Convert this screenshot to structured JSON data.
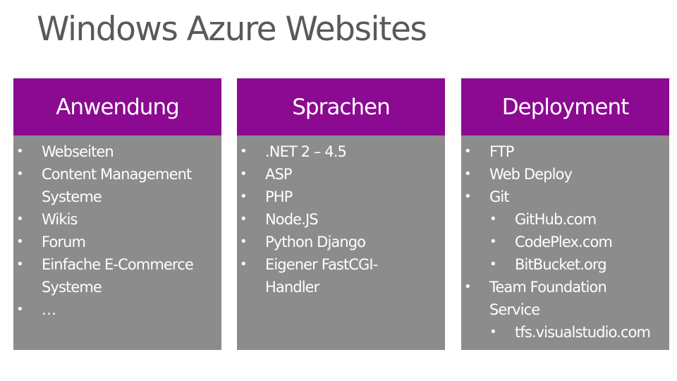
{
  "slide": {
    "title": "Windows Azure Websites",
    "header_color": "#8b0a91",
    "body_color": "#8c8c8c"
  },
  "columns": [
    {
      "header": "Anwendung",
      "items": [
        {
          "level": 0,
          "lines": [
            "Webseiten"
          ]
        },
        {
          "level": 0,
          "lines": [
            "Content Management",
            "Systeme"
          ]
        },
        {
          "level": 0,
          "lines": [
            "Wikis"
          ]
        },
        {
          "level": 0,
          "lines": [
            "Forum"
          ]
        },
        {
          "level": 0,
          "lines": [
            "Einfache E-Commerce",
            "Systeme"
          ]
        },
        {
          "level": 0,
          "lines": [
            "…"
          ]
        }
      ]
    },
    {
      "header": "Sprachen",
      "items": [
        {
          "level": 0,
          "lines": [
            ".NET 2 – 4.5"
          ]
        },
        {
          "level": 0,
          "lines": [
            "ASP"
          ]
        },
        {
          "level": 0,
          "lines": [
            "PHP"
          ]
        },
        {
          "level": 0,
          "lines": [
            "Node.JS"
          ]
        },
        {
          "level": 0,
          "lines": [
            "Python Django"
          ]
        },
        {
          "level": 0,
          "lines": [
            "Eigener FastCGI-",
            "Handler"
          ]
        }
      ]
    },
    {
      "header": "Deployment",
      "items": [
        {
          "level": 0,
          "lines": [
            "FTP"
          ]
        },
        {
          "level": 0,
          "lines": [
            "Web Deploy"
          ]
        },
        {
          "level": 0,
          "lines": [
            "Git"
          ]
        },
        {
          "level": 1,
          "lines": [
            "GitHub.com"
          ]
        },
        {
          "level": 1,
          "lines": [
            "CodePlex.com"
          ]
        },
        {
          "level": 1,
          "lines": [
            "BitBucket.org"
          ]
        },
        {
          "level": 0,
          "lines": [
            "Team Foundation",
            "Service"
          ]
        },
        {
          "level": 1,
          "lines": [
            "tfs.visualstudio.com"
          ]
        }
      ]
    }
  ]
}
